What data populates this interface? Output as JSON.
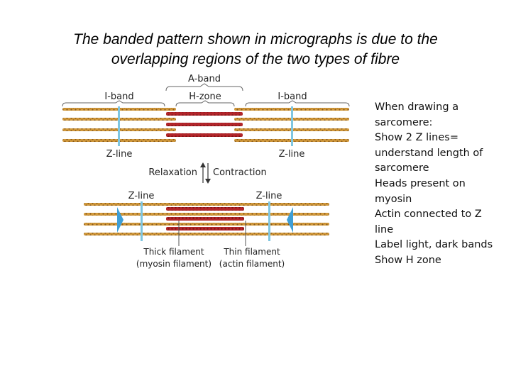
{
  "title": {
    "line1": "The banded pattern shown in micrographs is due to the",
    "line2": "overlapping regions of the two types of fibre"
  },
  "diagram": {
    "a_band": "A-band",
    "i_band_left": "I-band",
    "h_zone": "H-zone",
    "i_band_right": "I-band",
    "z_line_top_left": "Z-line",
    "z_line_top_right": "Z-line",
    "relaxation": "Relaxation",
    "contraction": "Contraction",
    "z_line_bottom_left": "Z-line",
    "z_line_bottom_right": "Z-line",
    "thick_filament": "Thick filament",
    "thick_filament_sub": "(myosin filament)",
    "thin_filament": "Thin filament",
    "thin_filament_sub": "(actin filament)",
    "colors": {
      "actin": "#d29a3c",
      "actin_dark": "#8a5a1c",
      "myosin": "#b3262b",
      "z_line": "#7fc6e0",
      "arrow": "#3f9fd6"
    }
  },
  "notes": [
    "When drawing a",
    "sarcomere:",
    "Show 2 Z lines=",
    "understand length of",
    "sarcomere",
    "Heads present on",
    "myosin",
    "Actin connected to Z",
    "line",
    "Label light, dark bands",
    "Show H zone"
  ]
}
